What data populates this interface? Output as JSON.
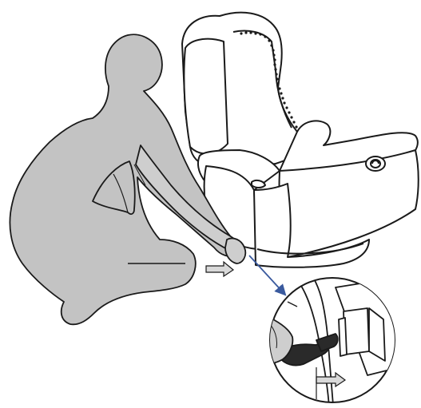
{
  "figure": {
    "kind": "assembly-instruction-illustration",
    "colors": {
      "outline": "#1a1a1a",
      "person_fill": "#c8c8c8",
      "person_hatch": "#b4b4b4",
      "chair_fill": "#ffffff",
      "callout_arrow": "#3a5a9e",
      "motion_arrow_fill": "#d9d9d9",
      "dark_part": "#2a2a2a"
    },
    "icons": {
      "person": "person-silhouette",
      "chair": "recliner-chair",
      "button": "recliner-release-button",
      "magnifier": "detail-callout-circle",
      "arrow": "curved-motion-arrow"
    }
  }
}
